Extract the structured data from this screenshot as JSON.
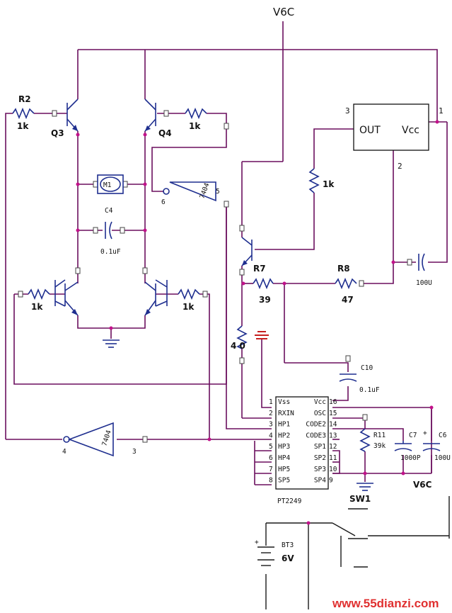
{
  "supply": {
    "top_label": "V6C",
    "bottom_label": "V6C"
  },
  "resistors": {
    "r2_name": "R2",
    "r2_value": "1k",
    "r_q4_value": "1k",
    "r_osc_value": "1k",
    "r_bl_value": "1k",
    "r_br_value": "1k",
    "r7_name": "R7",
    "r7_value": "39",
    "r8_name": "R8",
    "r8_value": "47",
    "r_bias_value": "4  0",
    "r11_name": "R11",
    "r11_value": "39k"
  },
  "transistors": {
    "q3": "Q3",
    "q4": "Q4"
  },
  "motor": {
    "label": "M1"
  },
  "capacitors": {
    "c4_name": "C4",
    "c4_value": "0.1uF",
    "c10_name": "C10",
    "c10_value": "0.1uF",
    "c7_name": "C7",
    "c7_value": "1000P",
    "c6_name": "C6",
    "c6_value": "100U",
    "c_osc_value": "100U",
    "plus": "+"
  },
  "inverters": {
    "upper_label": "7404",
    "upper_in_pin": "5",
    "upper_out_pin": "6",
    "lower_label": "7404",
    "lower_in_pin": "3",
    "lower_out_pin": "4"
  },
  "oscillator": {
    "out": "OUT",
    "vcc": "Vcc",
    "pin_out": "3",
    "pin_vcc": "1",
    "pin_gnd": "2"
  },
  "ic": {
    "name": "PT2249",
    "left_pins": [
      {
        "num": "1",
        "name": "Vss"
      },
      {
        "num": "2",
        "name": "RXIN"
      },
      {
        "num": "3",
        "name": "HP1"
      },
      {
        "num": "4",
        "name": "HP2"
      },
      {
        "num": "5",
        "name": "HP3"
      },
      {
        "num": "6",
        "name": "HP4"
      },
      {
        "num": "7",
        "name": "HP5"
      },
      {
        "num": "8",
        "name": "SP5"
      }
    ],
    "right_pins": [
      {
        "num": "16",
        "name": "Vcc"
      },
      {
        "num": "15",
        "name": "OSC"
      },
      {
        "num": "14",
        "name": "CODE2"
      },
      {
        "num": "13",
        "name": "CODE3"
      },
      {
        "num": "12",
        "name": "SP1"
      },
      {
        "num": "11",
        "name": "SP2"
      },
      {
        "num": "10",
        "name": "SP3"
      },
      {
        "num": "9",
        "name": "SP4"
      }
    ]
  },
  "switch": {
    "label": "SW1"
  },
  "battery": {
    "name": "BT3",
    "value": "6V",
    "plus": "+"
  },
  "watermark": {
    "text": "www.55dianzi.com",
    "color": "#e03030"
  }
}
